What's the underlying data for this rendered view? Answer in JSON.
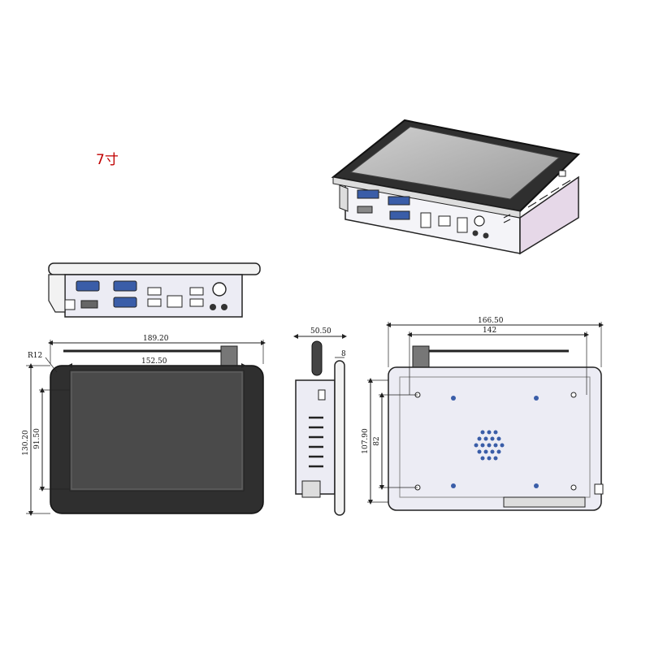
{
  "product": {
    "size_label": "7寸"
  },
  "dimensions": {
    "front_width_overall": "189.20",
    "front_width_screen": "152.50",
    "front_height_overall": "130.20",
    "front_height_screen": "91.50",
    "corner_radius": "R12",
    "side_depth": "50.50",
    "side_bezel": "8",
    "back_width_overall": "166.50",
    "back_width_holes": "142",
    "back_height_overall": "107.90",
    "back_height_holes": "82"
  },
  "colors": {
    "size_label": "#c00000",
    "bezel": "#2f2f2f",
    "screen": "#4a4a4a",
    "chassis_fill": "#ececf4",
    "side_pink": "#e6d8e8",
    "connector_blue": "#3a5da8",
    "line": "#222222"
  }
}
